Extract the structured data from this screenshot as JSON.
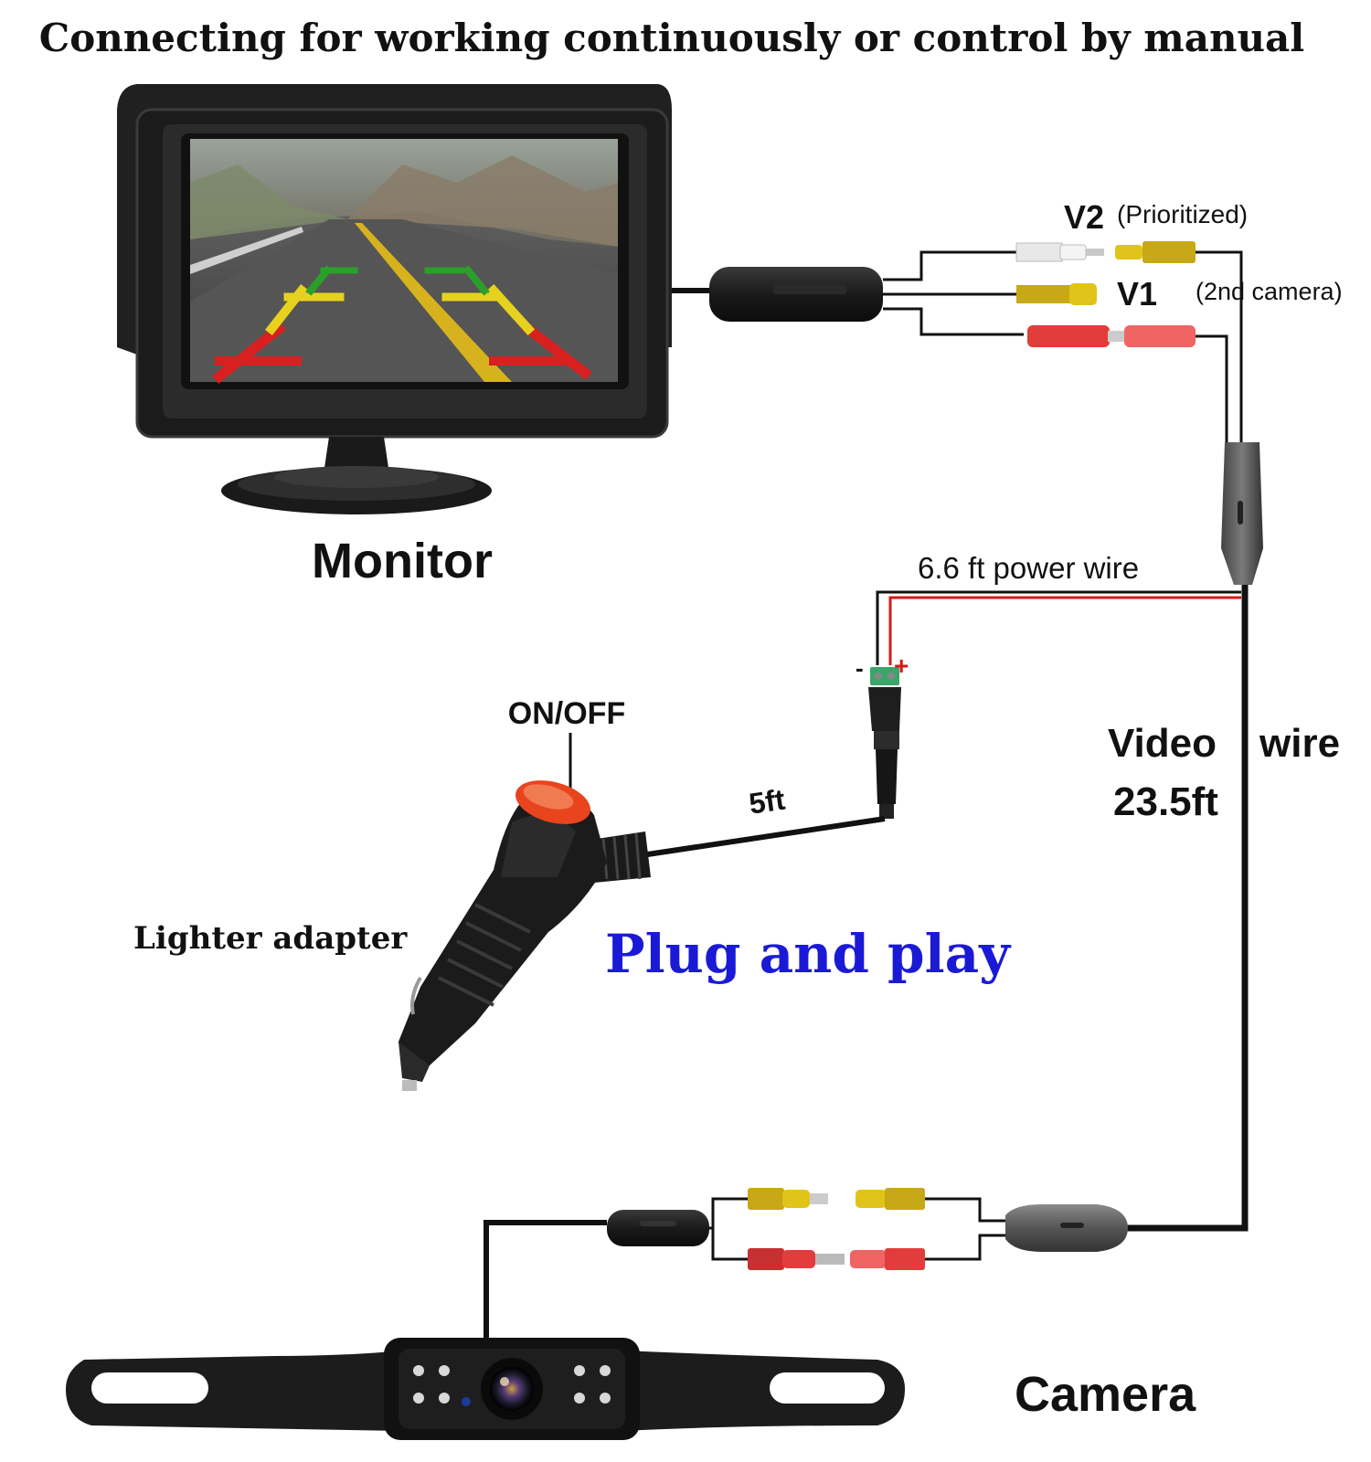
{
  "title": "Connecting for working continuously or control by manual",
  "labels": {
    "monitor": "Monitor",
    "v2": "V2",
    "prioritized": "(Prioritized)",
    "v1": "V1",
    "second_camera": "(2nd camera)",
    "power_wire": "6.6 ft power wire",
    "minus": "-",
    "plus": "+",
    "on_off": "ON/OFF",
    "five_ft": "5ft",
    "video_wire_line1_a": "Video",
    "video_wire_line1_b": "wire",
    "video_wire_line2": "23.5ft",
    "lighter_adapter": "Lighter adapter",
    "plug_and_play": "Plug and play",
    "camera": "Camera"
  },
  "colors": {
    "text": "#111111",
    "plug_and_play": "#1a1ad6",
    "power_red": "#d81818",
    "rca_yellow": "#e0c41a",
    "rca_red": "#e23c3c",
    "switch_orange": "#e8451e",
    "terminal_green": "#3aa66a",
    "lane_red": "#d92020",
    "lane_yellow": "#e6d21e",
    "lane_green": "#2aa02a"
  },
  "icons": {
    "monitor": "monitor-with-sunshade-icon",
    "camera": "license-plate-camera-icon",
    "lighter": "cigarette-lighter-adapter-icon"
  }
}
